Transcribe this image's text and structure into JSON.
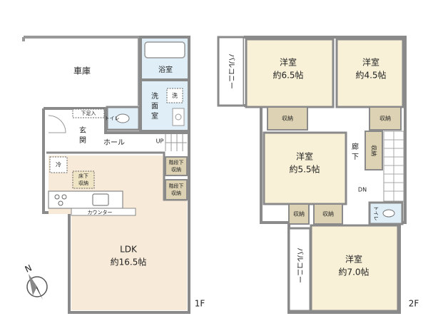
{
  "floor1": {
    "label": "1F",
    "rooms": {
      "garage": "車庫",
      "bath": "浴室",
      "washroom_line1": "洗",
      "washroom_line2": "面",
      "washroom_line3": "室",
      "washer": "洗",
      "shoe_storage": "下足入",
      "entrance_line1": "玄",
      "entrance_line2": "関",
      "toilet": "トイレ",
      "hall": "ホール",
      "up": "UP",
      "fridge": "冷",
      "underfloor_line1": "床下",
      "underfloor_line2": "収納",
      "understair_1_line1": "階段下",
      "understair_1_line2": "収納",
      "understair_2_line1": "階段下",
      "understair_2_line2": "収納",
      "counter": "カウンター",
      "ldk_name": "LDK",
      "ldk_size": "約16.5帖"
    }
  },
  "floor2": {
    "label": "2F",
    "rooms": {
      "balcony_top": "バルコニー",
      "balcony_bottom": "バルコニー",
      "room_a_name": "洋室",
      "room_a_size": "約6.5帖",
      "room_b_name": "洋室",
      "room_b_size": "約4.5帖",
      "room_c_name": "洋室",
      "room_c_size": "約5.5帖",
      "room_d_name": "洋室",
      "room_d_size": "約7.0帖",
      "storage_a": "収納",
      "storage_b": "収納",
      "storage_c": "収納",
      "storage_d": "収納",
      "storage_e": "収納",
      "corridor_line1": "廊",
      "corridor_line2": "下",
      "down": "DN",
      "toilet": "トイレ"
    }
  },
  "compass": {
    "north": "N"
  },
  "colors": {
    "wall": "#8a8a8a",
    "room_beige": "#f8f1d8",
    "ldk": "#f7ead8",
    "wet": "#dfeef7",
    "storage": "#ddd2b4",
    "floor_white": "#ffffff"
  }
}
